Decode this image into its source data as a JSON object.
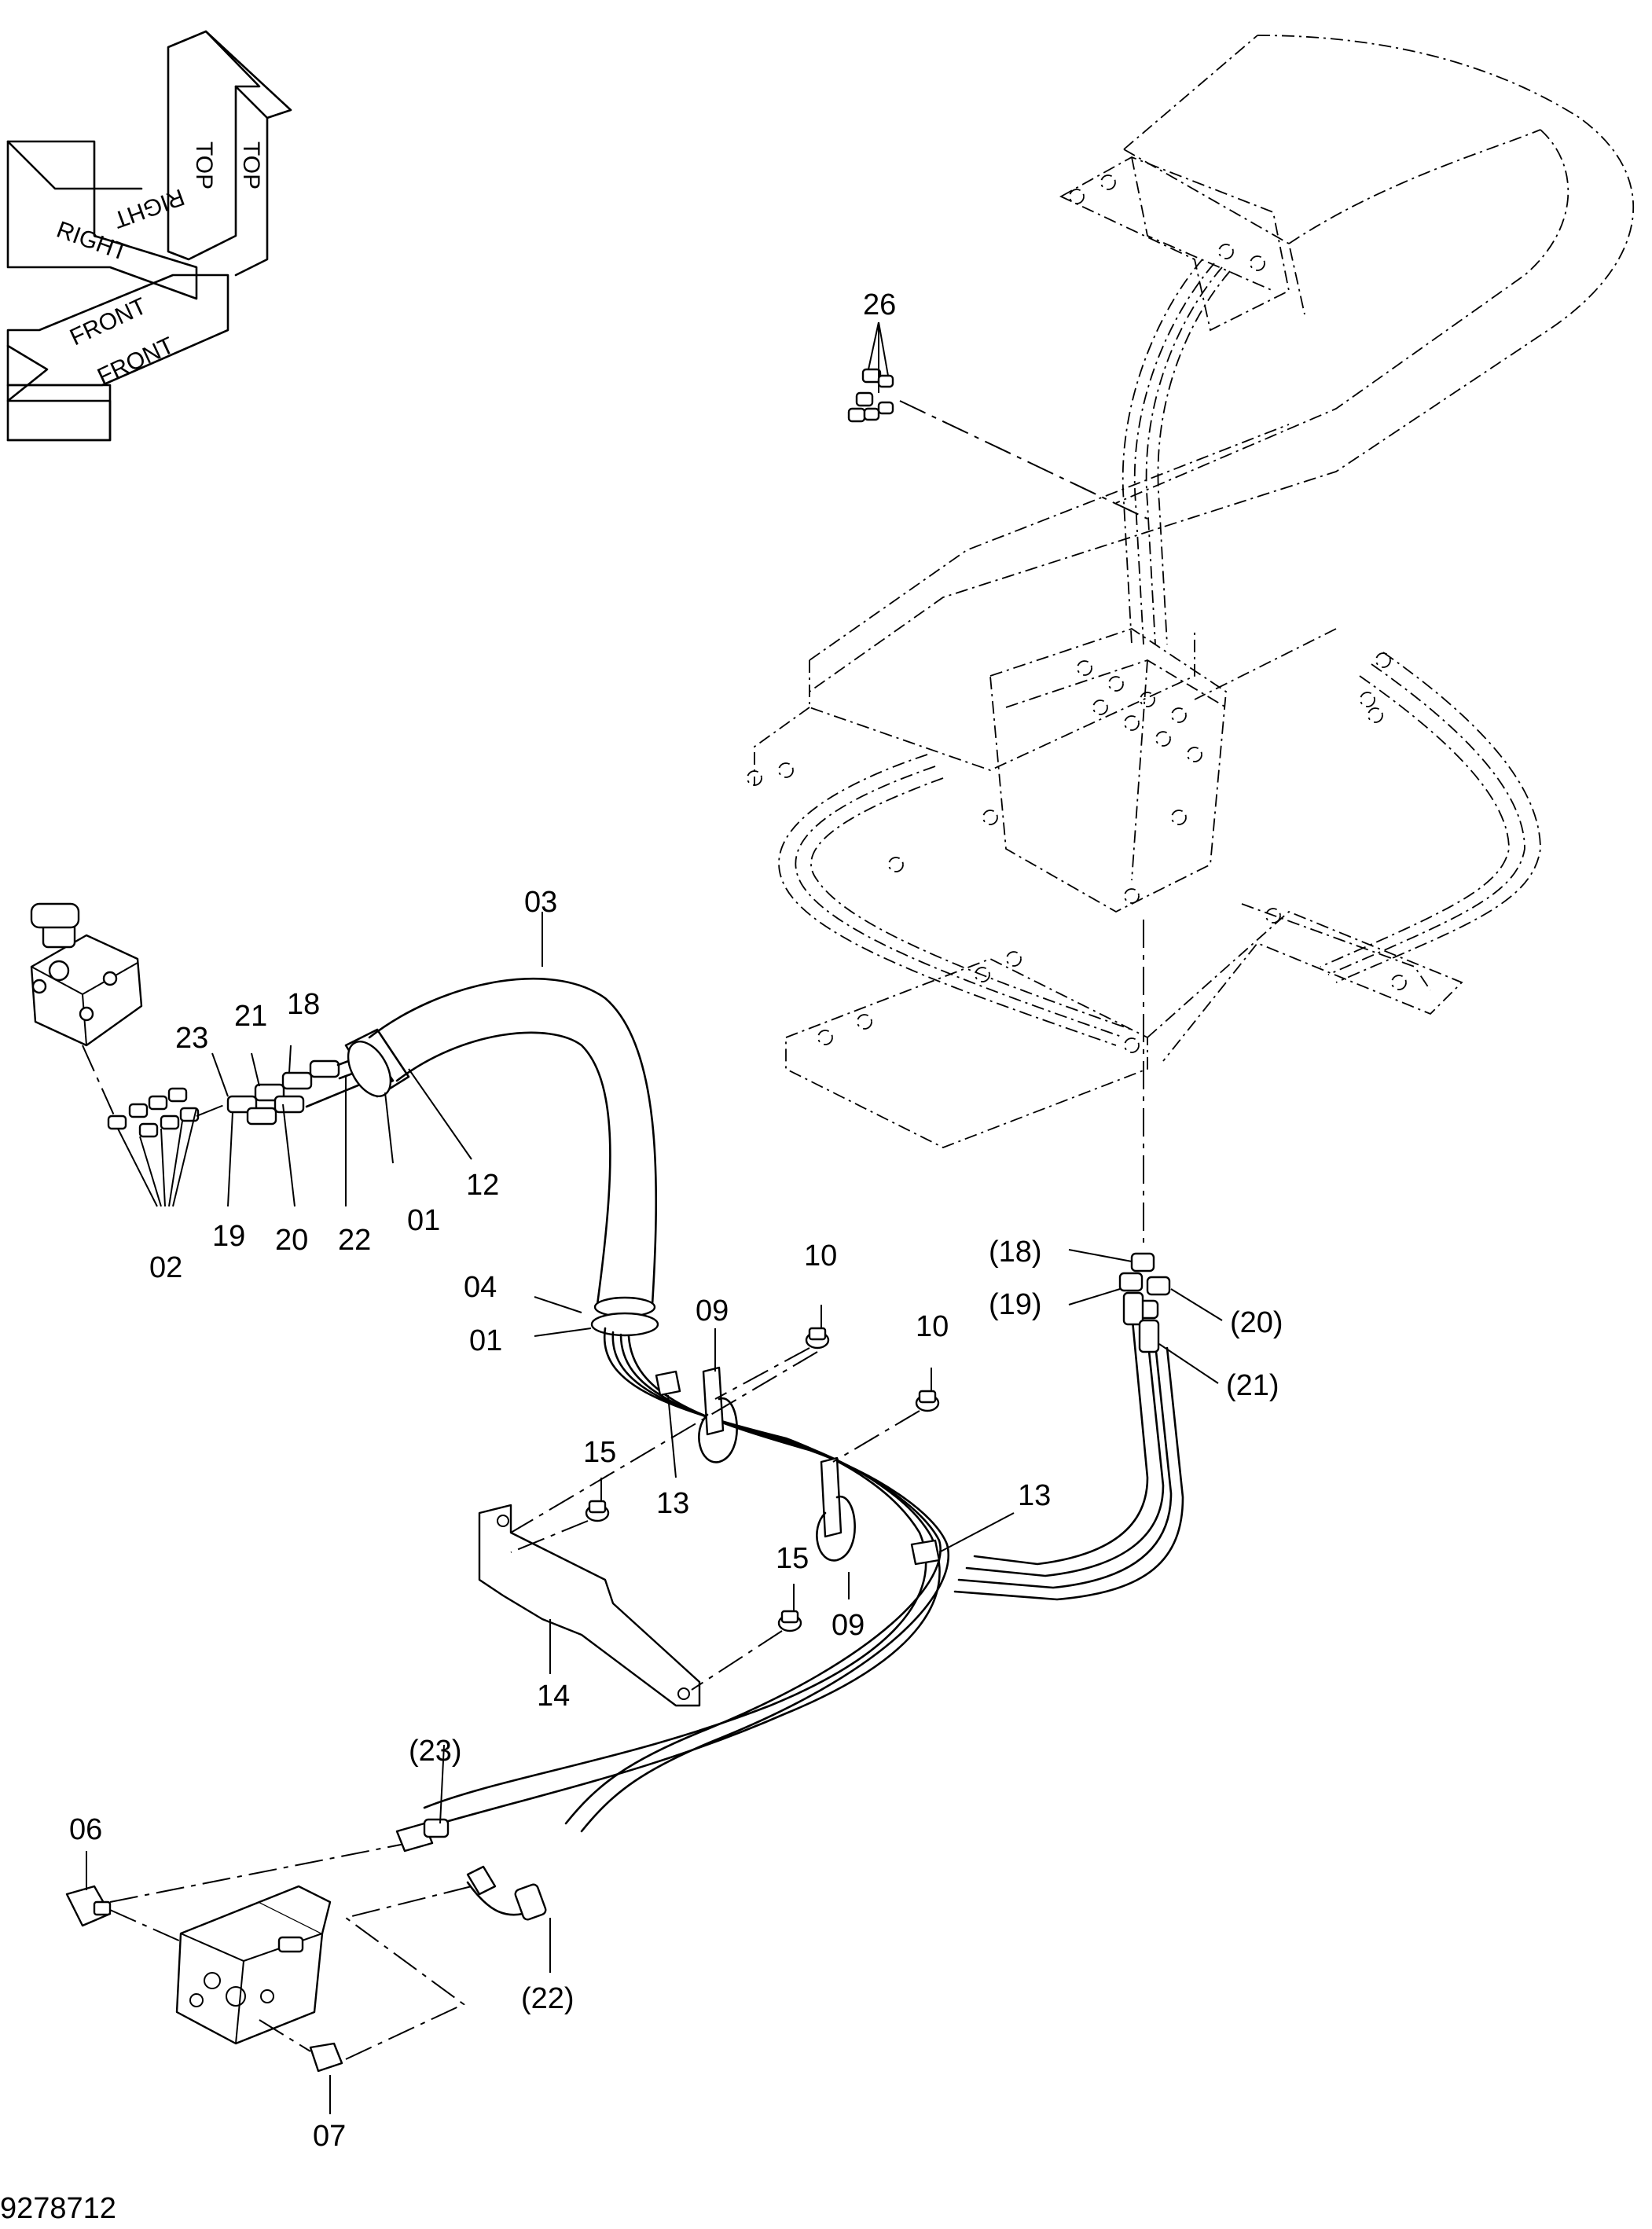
{
  "drawing_number": "9278712",
  "orientation_indicator": {
    "labels": [
      "TOP",
      "TOP",
      "RIGHT",
      "RIGHT",
      "FRONT",
      "FRONT"
    ]
  },
  "callouts": [
    {
      "id": "26",
      "text": "26"
    },
    {
      "id": "03",
      "text": "03"
    },
    {
      "id": "18-top",
      "text": "18"
    },
    {
      "id": "21-top",
      "text": "21"
    },
    {
      "id": "23-top",
      "text": "23"
    },
    {
      "id": "12",
      "text": "12"
    },
    {
      "id": "01-upper",
      "text": "01"
    },
    {
      "id": "22",
      "text": "22"
    },
    {
      "id": "20",
      "text": "20"
    },
    {
      "id": "19",
      "text": "19"
    },
    {
      "id": "02",
      "text": "02"
    },
    {
      "id": "04",
      "text": "04"
    },
    {
      "id": "01-lower",
      "text": "01"
    },
    {
      "id": "10-left",
      "text": "10"
    },
    {
      "id": "10-right",
      "text": "10"
    },
    {
      "id": "09-upper",
      "text": "09"
    },
    {
      "id": "15-upper",
      "text": "15"
    },
    {
      "id": "13-left",
      "text": "13"
    },
    {
      "id": "13-right",
      "text": "13"
    },
    {
      "id": "15-lower",
      "text": "15"
    },
    {
      "id": "09-lower",
      "text": "09"
    },
    {
      "id": "14",
      "text": "14"
    },
    {
      "id": "18-ref",
      "text": "(18)"
    },
    {
      "id": "19-ref",
      "text": "(19)"
    },
    {
      "id": "20-ref",
      "text": "(20)"
    },
    {
      "id": "21-ref",
      "text": "(21)"
    },
    {
      "id": "23-ref",
      "text": "(23)"
    },
    {
      "id": "22-ref",
      "text": "(22)"
    },
    {
      "id": "06",
      "text": "06"
    },
    {
      "id": "07",
      "text": "07"
    }
  ]
}
